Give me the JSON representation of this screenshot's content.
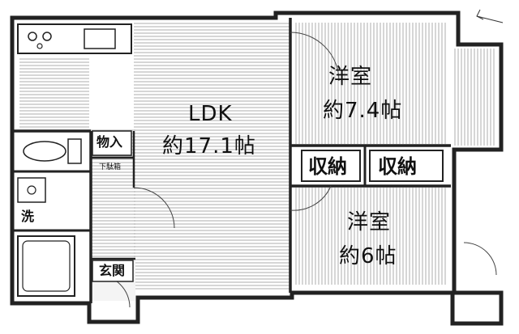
{
  "floorplan": {
    "ldk": {
      "name": "LDK",
      "size": "約17.1帖"
    },
    "western_room_1": {
      "name": "洋室",
      "size": "約7.4帖"
    },
    "western_room_2": {
      "name": "洋室",
      "size": "約6帖"
    },
    "closet_1": {
      "name": "収納"
    },
    "closet_2": {
      "name": "収納"
    },
    "storage": {
      "name": "物入"
    },
    "shoe_cabinet": {
      "name": "下駄箱"
    },
    "washroom": {
      "name": "洗"
    },
    "entrance": {
      "name": "玄関"
    }
  }
}
